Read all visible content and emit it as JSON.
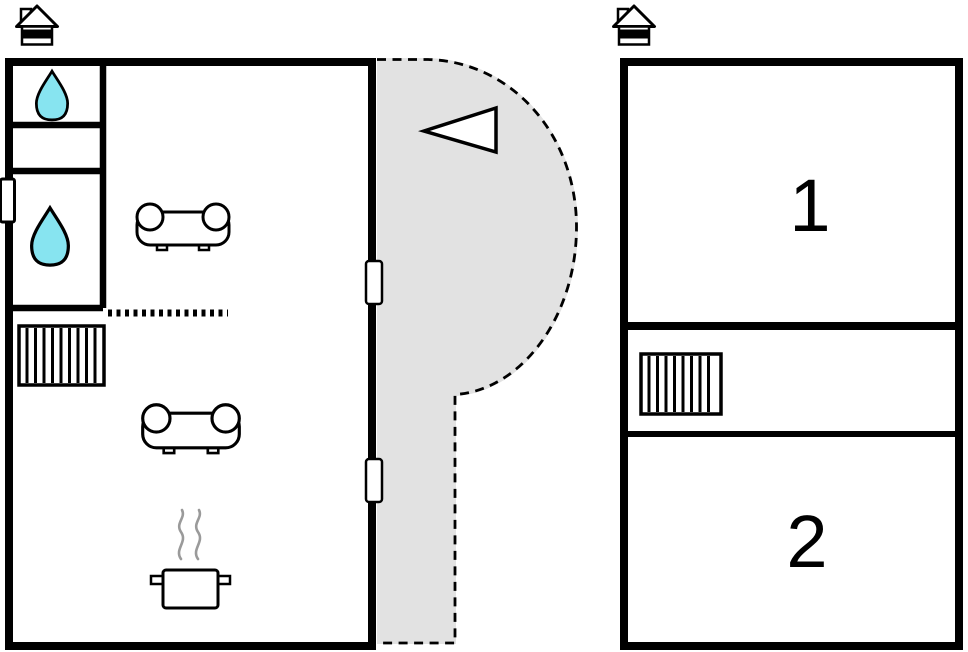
{
  "document": {
    "type": "floor-plan"
  },
  "colors": {
    "wall": "#000000",
    "water_drop": "#87e4f0",
    "terrace_fill": "#e2e2e2",
    "steam": "#9a9a9a"
  },
  "ground_floor": {
    "icons": {
      "orientation": "house-icon",
      "bathroom_fixture_top": "water-drop-icon",
      "bathroom_fixture_bottom": "water-drop-icon",
      "heater": "radiator-icon",
      "seating_upper": "sofa-icon",
      "seating_lower": "sofa-icon",
      "kitchen": "cooking-pot-icon",
      "terrace_entry": "arrow-icon"
    }
  },
  "first_floor": {
    "room_1_label": "1",
    "room_2_label": "2",
    "icons": {
      "orientation": "house-icon",
      "heater": "radiator-icon"
    }
  }
}
